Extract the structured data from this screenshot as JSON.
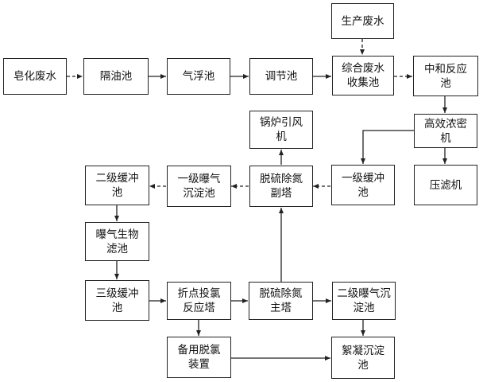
{
  "nodes": {
    "wastewater_a": "皂化废水",
    "grit_tank": "隔油池",
    "flotation_tank": "气浮池",
    "equalization_tank": "调节池",
    "production_wastewater": "生产废水",
    "collection_tank": "综合废水\n收集池",
    "neutralization_tank": "中和反应\n池",
    "thickener": "高效浓密\n机",
    "filter_press": "压滤机",
    "boiler_fan": "锅炉引风\n机",
    "secondary_tower": "脱硫除氮\n副塔",
    "buffer_1": "一级缓冲\n池",
    "sedimentation_1": "一级曝气\n沉淀池",
    "buffer_2": "二级缓冲\n池",
    "bio_filter": "曝气生物\n滤池",
    "buffer_3": "三级缓冲\n池",
    "breakpoint_tower": "折点投氯\n反应塔",
    "main_tower": "脱硫除氮\n主塔",
    "sedimentation_2": "二级曝气沉\n淀池",
    "standby_device": "备用脱氯\n装置",
    "flocculation_tank": "絮凝沉淀\n池"
  }
}
